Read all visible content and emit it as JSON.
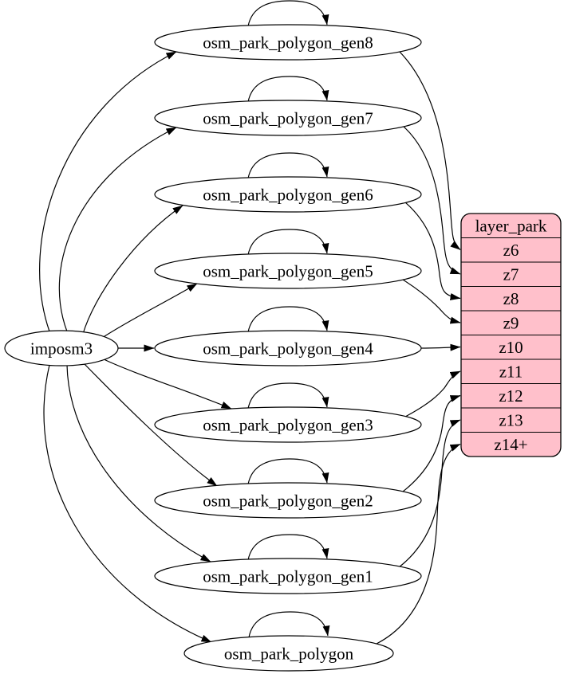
{
  "colors": {
    "node_fill": "#ffffff",
    "table_fill": "#ffc0cb",
    "stroke": "#000000",
    "text": "#000000"
  },
  "source_node": {
    "id": "imposm3",
    "label": "imposm3"
  },
  "tables": [
    {
      "id": "osm_park_polygon_gen8",
      "label": "osm_park_polygon_gen8"
    },
    {
      "id": "osm_park_polygon_gen7",
      "label": "osm_park_polygon_gen7"
    },
    {
      "id": "osm_park_polygon_gen6",
      "label": "osm_park_polygon_gen6"
    },
    {
      "id": "osm_park_polygon_gen5",
      "label": "osm_park_polygon_gen5"
    },
    {
      "id": "osm_park_polygon_gen4",
      "label": "osm_park_polygon_gen4"
    },
    {
      "id": "osm_park_polygon_gen3",
      "label": "osm_park_polygon_gen3"
    },
    {
      "id": "osm_park_polygon_gen2",
      "label": "osm_park_polygon_gen2"
    },
    {
      "id": "osm_park_polygon_gen1",
      "label": "osm_park_polygon_gen1"
    },
    {
      "id": "osm_park_polygon",
      "label": "osm_park_polygon"
    }
  ],
  "layer_table": {
    "id": "layer_park",
    "title": "layer_park",
    "rows": [
      "z6",
      "z7",
      "z8",
      "z9",
      "z10",
      "z11",
      "z12",
      "z13",
      "z14+"
    ]
  },
  "edges": {
    "from_source": [
      "osm_park_polygon_gen8",
      "osm_park_polygon_gen7",
      "osm_park_polygon_gen6",
      "osm_park_polygon_gen5",
      "osm_park_polygon_gen4",
      "osm_park_polygon_gen3",
      "osm_park_polygon_gen2",
      "osm_park_polygon_gen1",
      "osm_park_polygon"
    ],
    "self_loops": [
      "osm_park_polygon_gen8",
      "osm_park_polygon_gen7",
      "osm_park_polygon_gen6",
      "osm_park_polygon_gen5",
      "osm_park_polygon_gen4",
      "osm_park_polygon_gen3",
      "osm_park_polygon_gen2",
      "osm_park_polygon_gen1",
      "osm_park_polygon"
    ],
    "to_layer": [
      {
        "from": "osm_park_polygon_gen8",
        "row": "z6"
      },
      {
        "from": "osm_park_polygon_gen7",
        "row": "z7"
      },
      {
        "from": "osm_park_polygon_gen6",
        "row": "z8"
      },
      {
        "from": "osm_park_polygon_gen5",
        "row": "z9"
      },
      {
        "from": "osm_park_polygon_gen4",
        "row": "z10"
      },
      {
        "from": "osm_park_polygon_gen3",
        "row": "z11"
      },
      {
        "from": "osm_park_polygon_gen2",
        "row": "z12"
      },
      {
        "from": "osm_park_polygon_gen1",
        "row": "z13"
      },
      {
        "from": "osm_park_polygon",
        "row": "z14+"
      }
    ]
  }
}
